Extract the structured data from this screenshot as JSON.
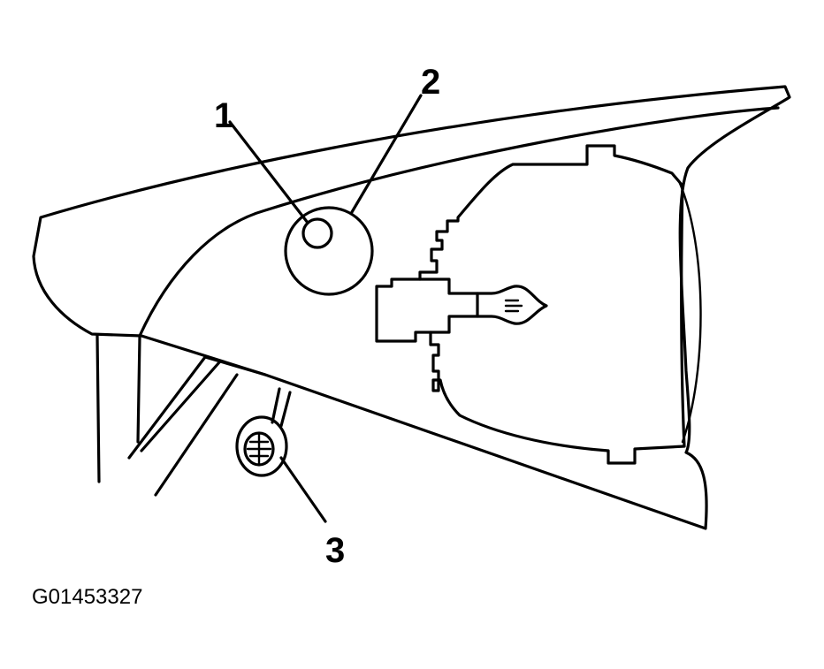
{
  "diagram": {
    "figure_id": "G01453327",
    "callouts": [
      {
        "number": "1"
      },
      {
        "number": "2"
      },
      {
        "number": "3"
      }
    ]
  }
}
